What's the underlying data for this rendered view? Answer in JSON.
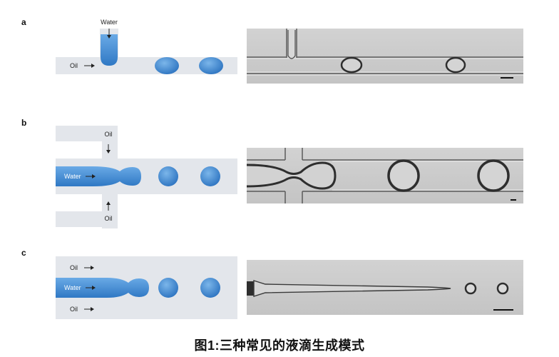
{
  "panels": [
    {
      "letter": "a",
      "labels": {
        "water": "Water",
        "oil": "Oil"
      }
    },
    {
      "letter": "b",
      "labels": {
        "water": "Water",
        "oil_top": "Oil",
        "oil_bottom": "Oil"
      }
    },
    {
      "letter": "c",
      "labels": {
        "water": "Water",
        "oil_top": "Oil",
        "oil_bottom": "Oil"
      }
    }
  ],
  "caption": "图1:三种常见的液滴生成模式",
  "colors": {
    "channel": "#e3e6eb",
    "water": "#4a90d9",
    "photo_bg": "#c9c9c9"
  }
}
